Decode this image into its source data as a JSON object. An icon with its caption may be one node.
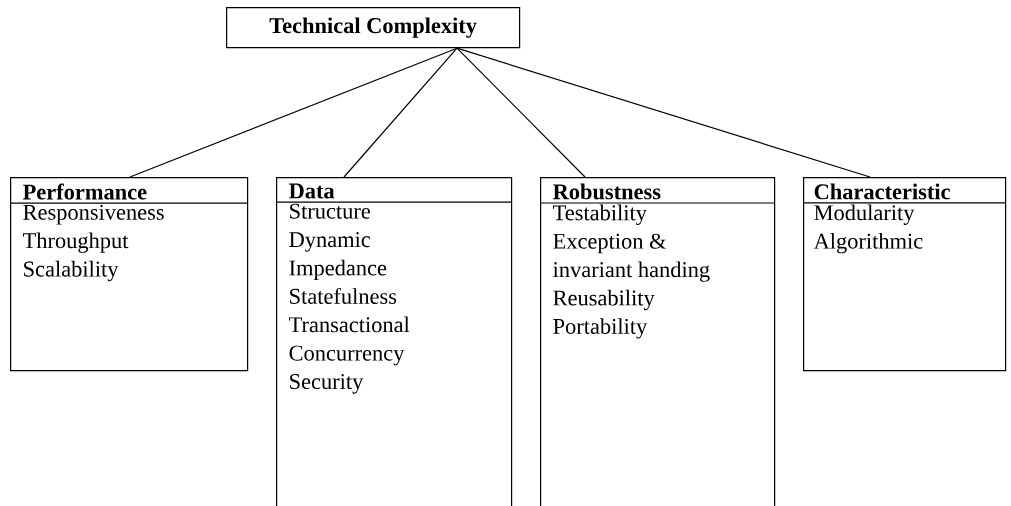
{
  "diagram": {
    "nodes": [
      {
        "text": [
          "Technical Complexity"
        ]
      },
      {
        "text": [
          "Performance",
          "Responsiveness",
          "Throughput",
          "Scalability"
        ]
      },
      {
        "text": [
          "Data",
          "Structure",
          "Dynamic",
          "Impedance",
          "Statefulness",
          "Transactional",
          "Concurrency",
          "Security"
        ]
      },
      {
        "text": [
          "Robustness",
          "Testability",
          "Exception & invariant handing",
          "Reusability",
          "Portability"
        ]
      },
      {
        "text": [
          "Characteristic",
          "Modularity",
          "Algorithmic"
        ]
      }
    ],
    "edges": [
      {
        "from": 0,
        "to": 1,
        "arrow": "none"
      },
      {
        "from": 0,
        "to": 2,
        "arrow": "none"
      },
      {
        "from": 0,
        "to": 3,
        "arrow": "none"
      },
      {
        "from": 0,
        "to": 4,
        "arrow": "none"
      }
    ]
  }
}
